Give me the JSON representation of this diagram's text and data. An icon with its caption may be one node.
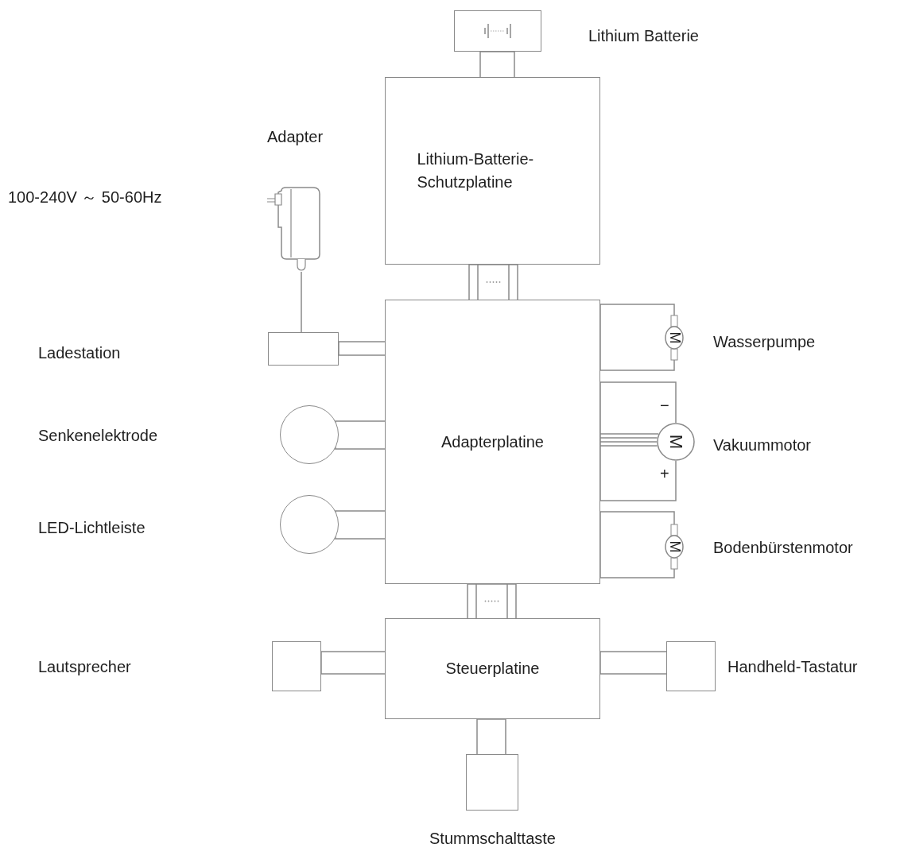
{
  "diagram": {
    "nodes": [
      {
        "text": [],
        "shape": "box",
        "beside": [
          "Lithium Batterie"
        ]
      },
      {
        "text": [
          "Lithium-Batterie-Schutzplatine"
        ]
      },
      {
        "text": [],
        "shape": "picture",
        "beside": [
          "Adapter"
        ]
      },
      {
        "text": [],
        "shape": "box"
      },
      {
        "text": [
          "Adapterplatine"
        ]
      },
      {
        "text": [],
        "shape": "circle"
      },
      {
        "text": [],
        "shape": "circle"
      },
      {
        "text": [
          "M"
        ],
        "beside": [
          "Wasserpumpe"
        ]
      },
      {
        "text": [
          "M"
        ],
        "beside": [
          "Vakuummotor"
        ]
      },
      {
        "text": [
          "M"
        ],
        "beside": [
          "Bodenbürstenmotor"
        ]
      },
      {
        "text": [
          "Steuerplatine"
        ]
      },
      {
        "text": [],
        "shape": "box"
      },
      {
        "text": [],
        "shape": "box",
        "beside": [
          "Handheld-Tastatur"
        ]
      },
      {
        "text": [],
        "shape": "box",
        "beside": [
          "Stummschalttaste"
        ]
      }
    ],
    "edges": [
      {
        "from": 0,
        "to": 1,
        "arrow": "none"
      },
      {
        "from": 2,
        "to": 3,
        "arrow": "none"
      },
      {
        "from": 1,
        "to": 4,
        "arrow": "none"
      },
      {
        "from": 3,
        "to": 4,
        "arrow": "none"
      },
      {
        "from": 5,
        "to": 4,
        "arrow": "none"
      },
      {
        "from": 6,
        "to": 4,
        "arrow": "none"
      },
      {
        "from": 4,
        "to": 7,
        "arrow": "none"
      },
      {
        "from": 4,
        "to": 8,
        "arrow": "none"
      },
      {
        "from": 4,
        "to": 9,
        "arrow": "none"
      },
      {
        "from": 4,
        "to": 10,
        "arrow": "none"
      },
      {
        "from": 11,
        "to": 10,
        "arrow": "none"
      },
      {
        "from": 10,
        "to": 12,
        "arrow": "none"
      },
      {
        "from": 10,
        "to": 13,
        "arrow": "none"
      }
    ],
    "labels": [
      "100-240V ～ 50-60Hz",
      "Ladestation",
      "−",
      "Senkenelektrode",
      "+",
      "LED-Lichtleiste",
      "Lautsprecher"
    ]
  }
}
